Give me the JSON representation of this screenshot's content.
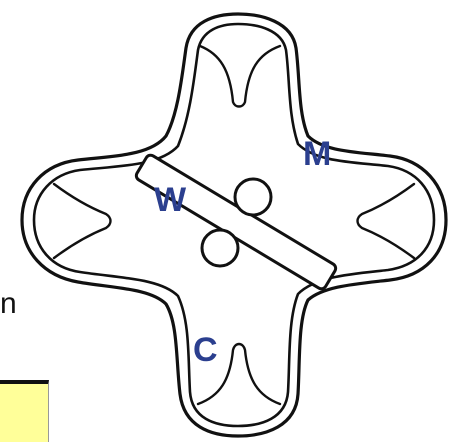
{
  "labels": {
    "w": "W",
    "m": "M",
    "c": "C"
  },
  "left_cropped_text": "n",
  "colors": {
    "label": "#2b3f8f",
    "line": "#111111",
    "highlight": "#ffff99"
  }
}
